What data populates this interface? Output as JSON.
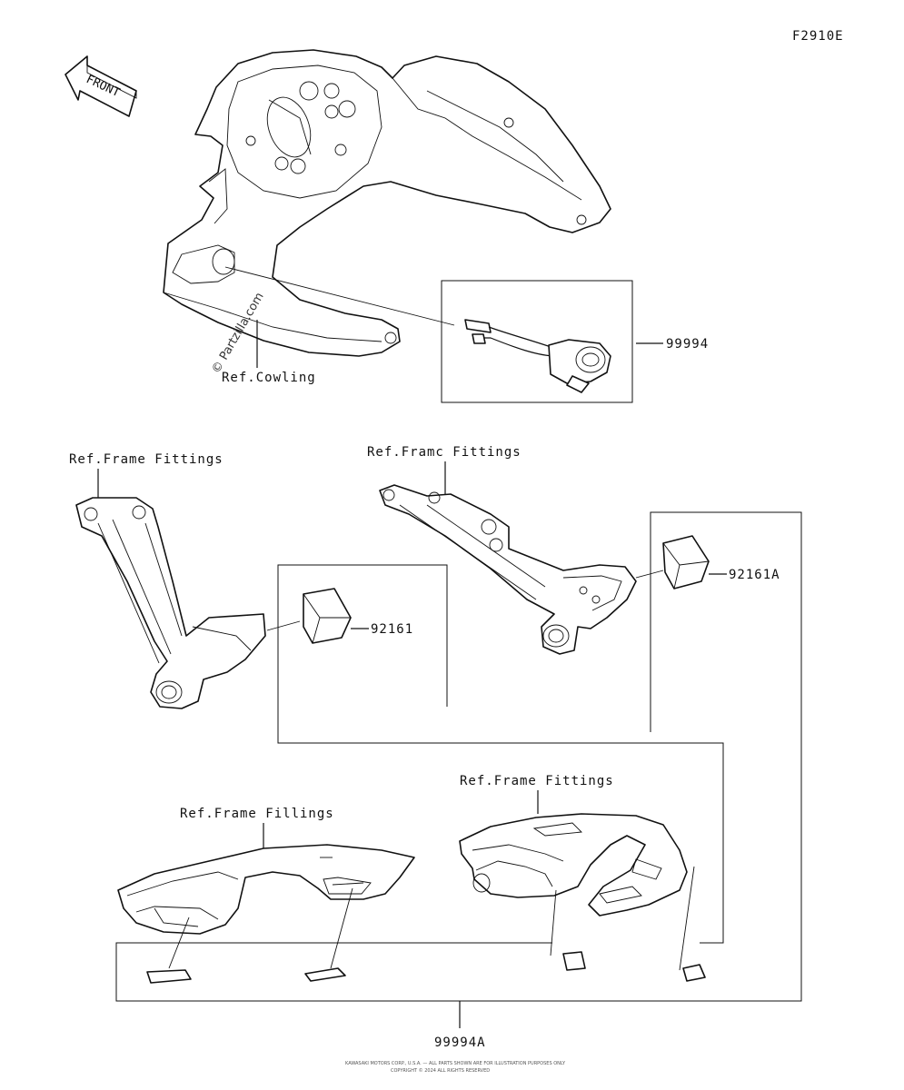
{
  "figure_code": "F2910E",
  "front_label": "FRONT",
  "watermark": "© Partzilla.com",
  "refs": {
    "cowling": "Ref.Cowling",
    "frame_fittings_left": "Ref.Frame Fittings",
    "frame_fittings_right": "Ref.Framc Fittings",
    "frame_fittings_rear_right": "Ref.Frame Fittings",
    "frame_fittings_rear_left": "Ref.Frame Fillings"
  },
  "parts": [
    {
      "id": "usb_socket",
      "number": "99994"
    },
    {
      "id": "slider_left",
      "number": "92161"
    },
    {
      "id": "slider_right",
      "number": "92161A"
    },
    {
      "id": "kit",
      "number": "99994A"
    }
  ],
  "footer": {
    "line1": "KAWASAKI MOTORS CORP., U.S.A. — ALL PARTS SHOWN ARE FOR ILLUSTRATION PURPOSES ONLY",
    "line2": "COPYRIGHT © 2024 ALL RIGHTS RESERVED"
  }
}
